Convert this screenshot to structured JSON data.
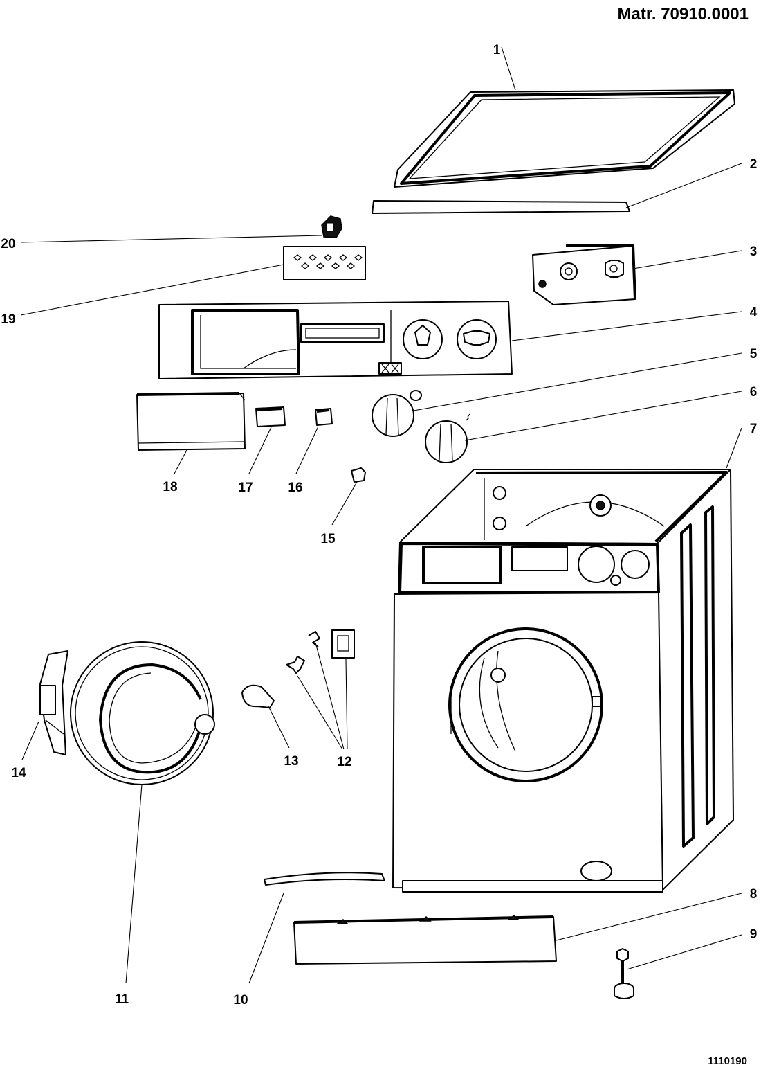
{
  "header": {
    "title": "Matr. 70910.0001"
  },
  "footer": {
    "code": "1110190"
  },
  "callouts": [
    {
      "id": "1",
      "label": "1"
    },
    {
      "id": "2",
      "label": "2"
    },
    {
      "id": "3",
      "label": "3"
    },
    {
      "id": "4",
      "label": "4"
    },
    {
      "id": "5",
      "label": "5"
    },
    {
      "id": "6",
      "label": "6"
    },
    {
      "id": "7",
      "label": "7"
    },
    {
      "id": "8",
      "label": "8"
    },
    {
      "id": "9",
      "label": "9"
    },
    {
      "id": "10",
      "label": "10"
    },
    {
      "id": "11",
      "label": "11"
    },
    {
      "id": "12",
      "label": "12"
    },
    {
      "id": "13",
      "label": "13"
    },
    {
      "id": "14",
      "label": "14"
    },
    {
      "id": "15",
      "label": "15"
    },
    {
      "id": "16",
      "label": "16"
    },
    {
      "id": "17",
      "label": "17"
    },
    {
      "id": "18",
      "label": "18"
    },
    {
      "id": "19",
      "label": "19"
    },
    {
      "id": "20",
      "label": "20"
    }
  ]
}
